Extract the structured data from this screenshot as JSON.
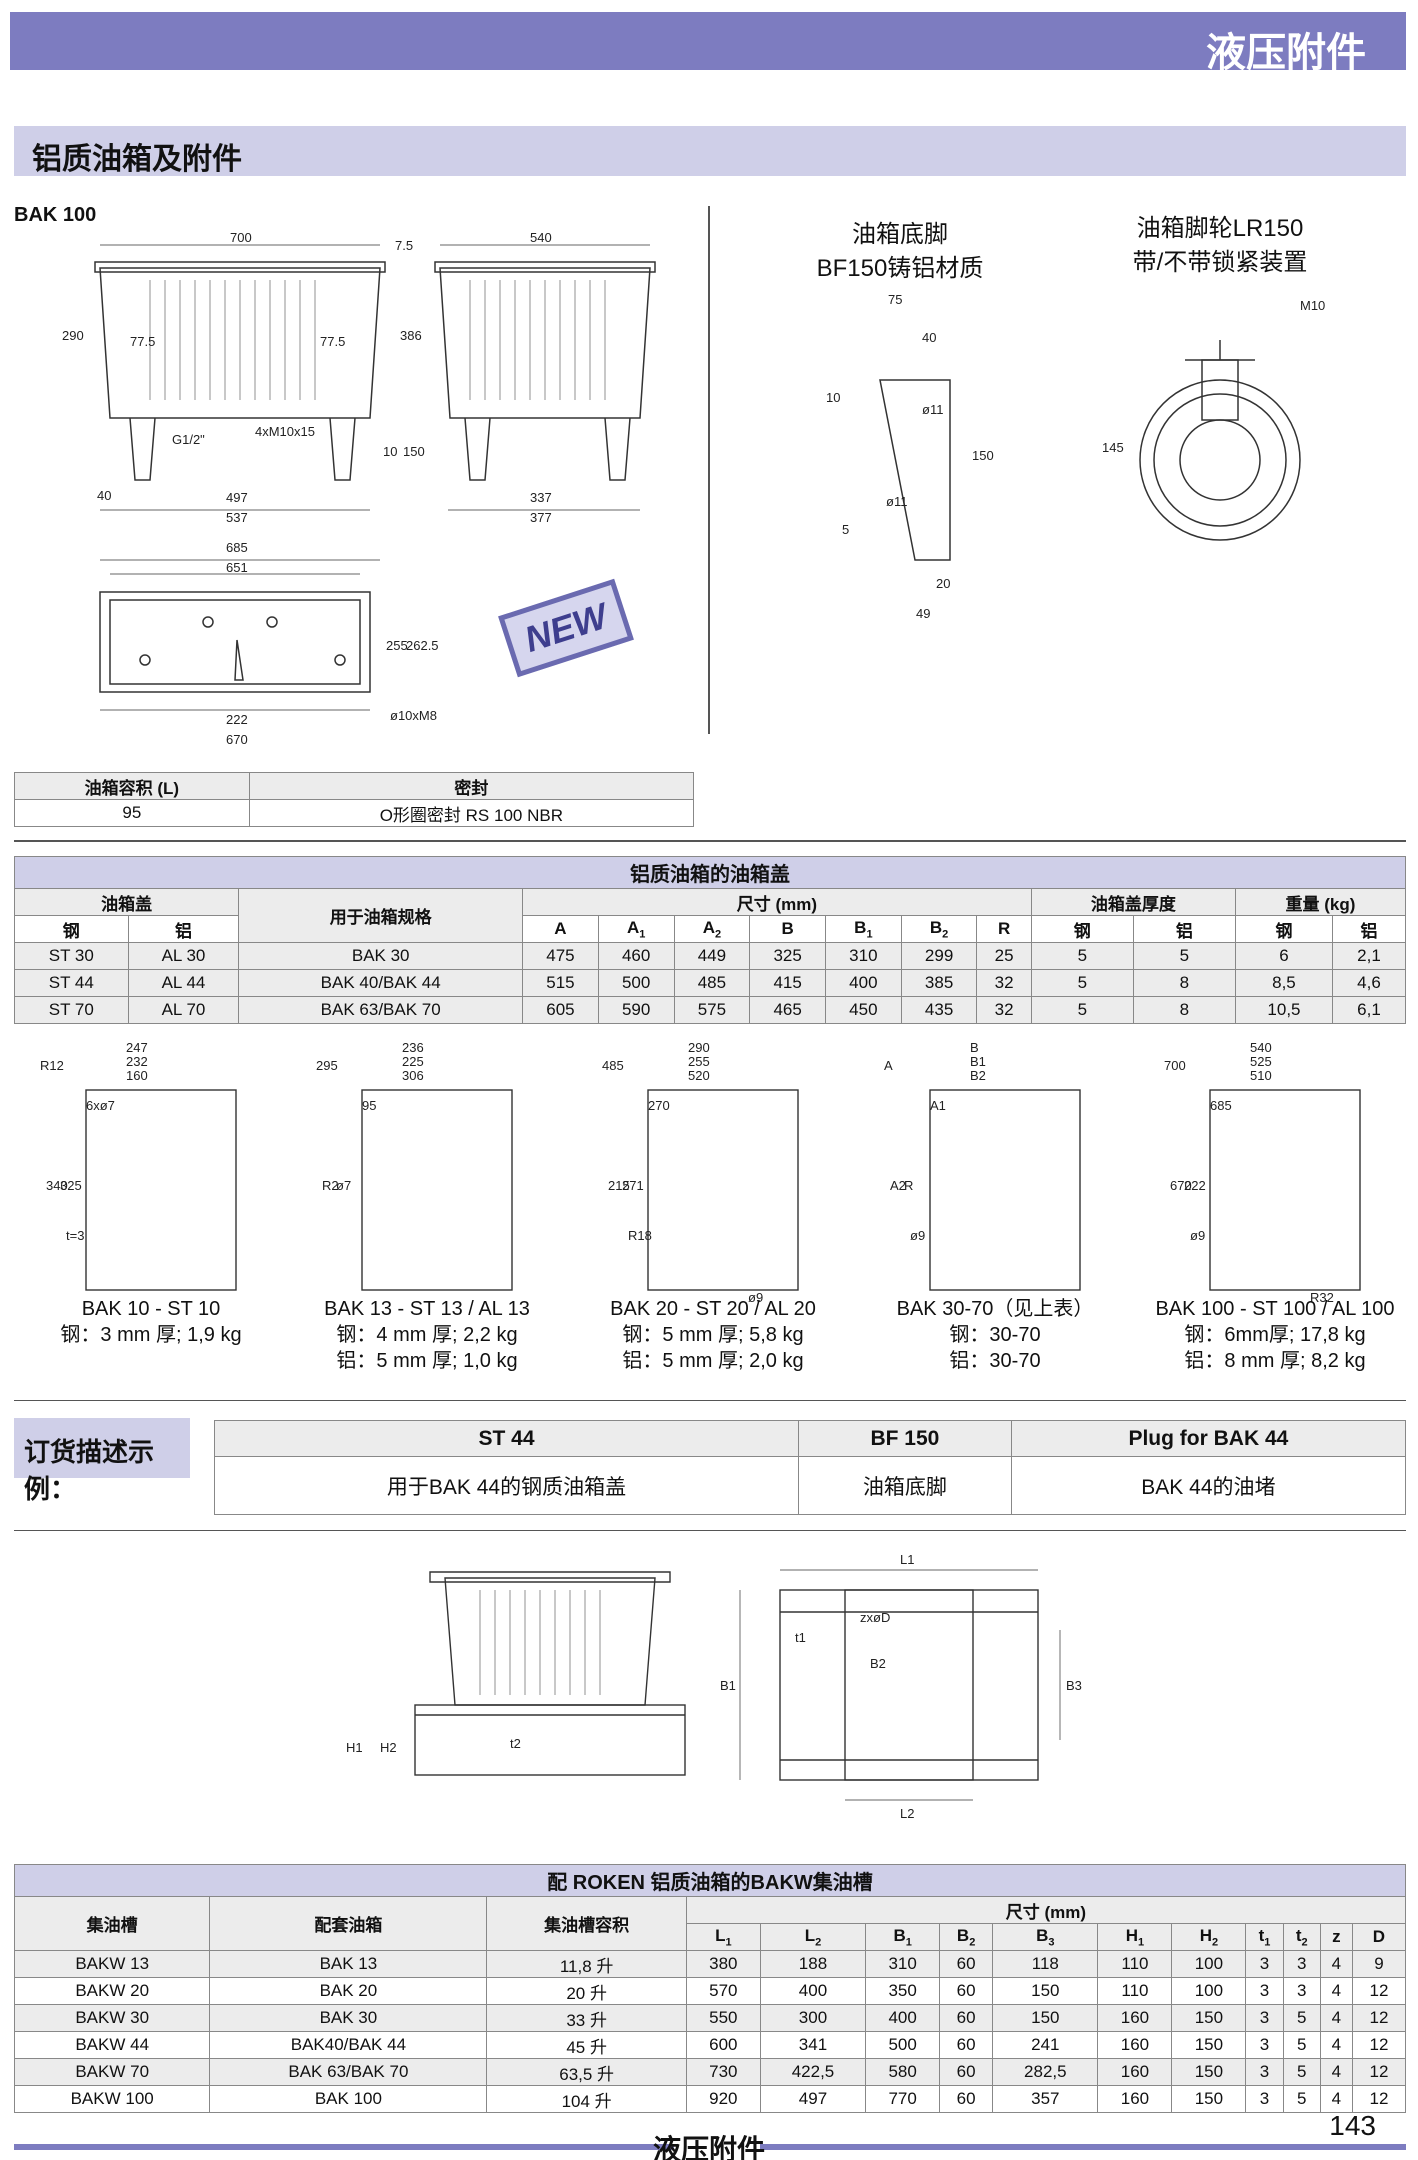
{
  "header": {
    "banner": "液压附件",
    "section": "铝质油箱及附件",
    "model": "BAK 100",
    "new_badge": "NEW"
  },
  "drawing_labels": {
    "front": [
      "700",
      "7.5",
      "290",
      "386",
      "77.5",
      "77.5",
      "G1/2\"",
      "4xM10x15",
      "10",
      "150",
      "40",
      "497",
      "537"
    ],
    "side": [
      "540",
      "337",
      "377"
    ],
    "top": [
      "685",
      "651",
      "255",
      "262.5",
      "222",
      "670",
      "ø10xM8"
    ],
    "foot_title1": "油箱底脚",
    "foot_title2": "BF150铸铝材质",
    "foot": [
      "75",
      "40",
      "10",
      "ø11",
      "150",
      "ø11",
      "5",
      "20",
      "49"
    ],
    "wheel_title1": "油箱脚轮LR150",
    "wheel_title2": "带/不带锁紧装置",
    "wheel": [
      "M10",
      "145"
    ]
  },
  "table1": {
    "headers": [
      "油箱容积 (L)",
      "密封"
    ],
    "row": [
      "95",
      "O形圈密封 RS 100 NBR"
    ]
  },
  "table2": {
    "title": "铝质油箱的油箱盖",
    "h_lid": "油箱盖",
    "h_steel": "钢",
    "h_al": "铝",
    "h_for": "用于油箱规格",
    "h_dims": "尺寸 (mm)",
    "h_thick": "油箱盖厚度",
    "h_weight": "重量 (kg)",
    "dims": [
      "A",
      "A",
      "A",
      "B",
      "B",
      "B",
      "R"
    ],
    "dim_sub": [
      "",
      "1",
      "2",
      "",
      "1",
      "2",
      ""
    ],
    "rows": [
      [
        "ST 30",
        "AL 30",
        "BAK 30",
        "475",
        "460",
        "449",
        "325",
        "310",
        "299",
        "25",
        "5",
        "5",
        "6",
        "2,1"
      ],
      [
        "ST 44",
        "AL 44",
        "BAK 40/BAK 44",
        "515",
        "500",
        "485",
        "415",
        "400",
        "385",
        "32",
        "5",
        "8",
        "8,5",
        "4,6"
      ],
      [
        "ST 70",
        "AL 70",
        "BAK 63/BAK 70",
        "605",
        "590",
        "575",
        "465",
        "450",
        "435",
        "32",
        "5",
        "8",
        "10,5",
        "6,1"
      ]
    ]
  },
  "lids": [
    {
      "dims": [
        "247",
        "232",
        "160",
        "R12",
        "6xø7",
        "340",
        "325",
        "t=3"
      ],
      "name": "BAK 10 - ST 10",
      "l1": "钢：3 mm 厚; 1,9 kg",
      "l2": ""
    },
    {
      "dims": [
        "236",
        "225",
        "306",
        "295",
        "95",
        "R2",
        "ø7"
      ],
      "name": "BAK 13 - ST 13 / AL 13",
      "l1": "钢：4 mm 厚; 2,2 kg",
      "l2": "铝：5 mm 厚; 1,0 kg"
    },
    {
      "dims": [
        "290",
        "255",
        "520",
        "485",
        "270",
        "215",
        "271",
        "R18",
        "ø9"
      ],
      "name": "BAK 20 - ST 20 / AL 20",
      "l1": "钢：5 mm 厚; 5,8 kg",
      "l2": "铝：5 mm 厚; 2,0 kg"
    },
    {
      "dims": [
        "B",
        "B1",
        "B2",
        "A",
        "A1",
        "A2",
        "R",
        "ø9"
      ],
      "name": "BAK 30-70（见上表）",
      "l1": "钢：30-70",
      "l2": "铝：30-70"
    },
    {
      "dims": [
        "540",
        "525",
        "510",
        "700",
        "685",
        "670",
        "222",
        "ø9",
        "R32"
      ],
      "name": "BAK 100 - ST 100 / AL 100",
      "l1": "钢：6mm厚; 17,8 kg",
      "l2": "铝：8 mm 厚; 8,2 kg"
    }
  ],
  "order": {
    "label": "订货描述示例：",
    "cols": [
      {
        "code": "ST 44",
        "desc": "用于BAK 44的钢质油箱盖"
      },
      {
        "code": "BF 150",
        "desc": "油箱底脚"
      },
      {
        "code": "Plug for BAK 44",
        "desc": "BAK 44的油堵"
      }
    ]
  },
  "tray_labels": [
    "H1",
    "H2",
    "t2",
    "L1",
    "t1",
    "zxøD",
    "B2",
    "B1",
    "B3",
    "L2"
  ],
  "table3": {
    "title": "配 ROKEN 铝质油箱的BAKW集油槽",
    "h": [
      "集油槽",
      "配套油箱",
      "集油槽容积"
    ],
    "h_dims": "尺寸 (mm)",
    "dims": [
      "L",
      "L",
      "B",
      "B",
      "B",
      "H",
      "H",
      "t",
      "t",
      "z",
      "D"
    ],
    "dim_sub": [
      "1",
      "2",
      "1",
      "2",
      "3",
      "1",
      "2",
      "1",
      "2",
      "",
      ""
    ],
    "rows": [
      [
        "BAKW 13",
        "BAK 13",
        "11,8 升",
        "380",
        "188",
        "310",
        "60",
        "118",
        "110",
        "100",
        "3",
        "3",
        "4",
        "9"
      ],
      [
        "BAKW 20",
        "BAK 20",
        "20 升",
        "570",
        "400",
        "350",
        "60",
        "150",
        "110",
        "100",
        "3",
        "3",
        "4",
        "12"
      ],
      [
        "BAKW 30",
        "BAK 30",
        "33 升",
        "550",
        "300",
        "400",
        "60",
        "150",
        "160",
        "150",
        "3",
        "5",
        "4",
        "12"
      ],
      [
        "BAKW 44",
        "BAK40/BAK 44",
        "45 升",
        "600",
        "341",
        "500",
        "60",
        "241",
        "160",
        "150",
        "3",
        "5",
        "4",
        "12"
      ],
      [
        "BAKW 70",
        "BAK 63/BAK 70",
        "63,5 升",
        "730",
        "422,5",
        "580",
        "60",
        "282,5",
        "160",
        "150",
        "3",
        "5",
        "4",
        "12"
      ],
      [
        "BAKW 100",
        "BAK 100",
        "104 升",
        "920",
        "497",
        "770",
        "60",
        "357",
        "160",
        "150",
        "3",
        "5",
        "4",
        "12"
      ]
    ]
  },
  "footer": {
    "page": "143",
    "title": "液压附件"
  }
}
